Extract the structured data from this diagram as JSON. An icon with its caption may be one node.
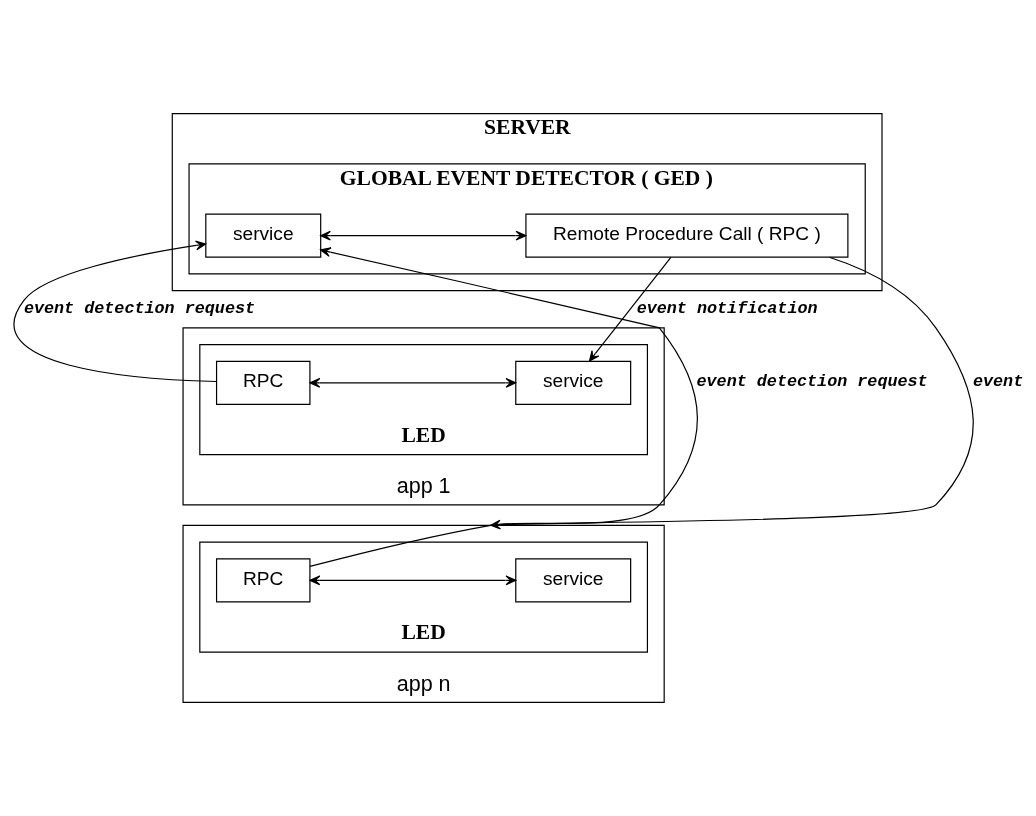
{
  "diagram": {
    "nodes": [
      {
        "text": [
          "SERVER"
        ]
      },
      {
        "text": [
          "GLOBAL EVENT DETECTOR ( GED )"
        ],
        "in": 0
      },
      {
        "text": [
          "service"
        ],
        "in": 1
      },
      {
        "text": [
          "Remote Procedure Call ( RPC )"
        ],
        "in": 1
      },
      {
        "text": [
          "app 1"
        ]
      },
      {
        "text": [
          "LED"
        ],
        "in": 4
      },
      {
        "text": [
          "RPC"
        ],
        "in": 5
      },
      {
        "text": [
          "service"
        ],
        "in": 5
      },
      {
        "text": [
          "app n"
        ]
      },
      {
        "text": [
          "LED"
        ],
        "in": 8
      },
      {
        "text": [
          "RPC"
        ],
        "in": 9
      },
      {
        "text": [
          "service"
        ],
        "in": 9
      }
    ],
    "edges": [
      {
        "from": 2,
        "to": 3,
        "arrow": "both"
      },
      {
        "from": 6,
        "to": 2,
        "arrow": "to",
        "label": "event detection request"
      },
      {
        "from": 3,
        "to": 7,
        "arrow": "to",
        "label": "event notification"
      },
      {
        "from": 6,
        "to": 7,
        "arrow": "both"
      },
      {
        "from": 10,
        "to": 2,
        "arrow": "to",
        "label": "event detection request"
      },
      {
        "from": 3,
        "to": 8,
        "arrow": "to",
        "label": "event"
      },
      {
        "from": 10,
        "to": 11,
        "arrow": "both"
      }
    ]
  }
}
